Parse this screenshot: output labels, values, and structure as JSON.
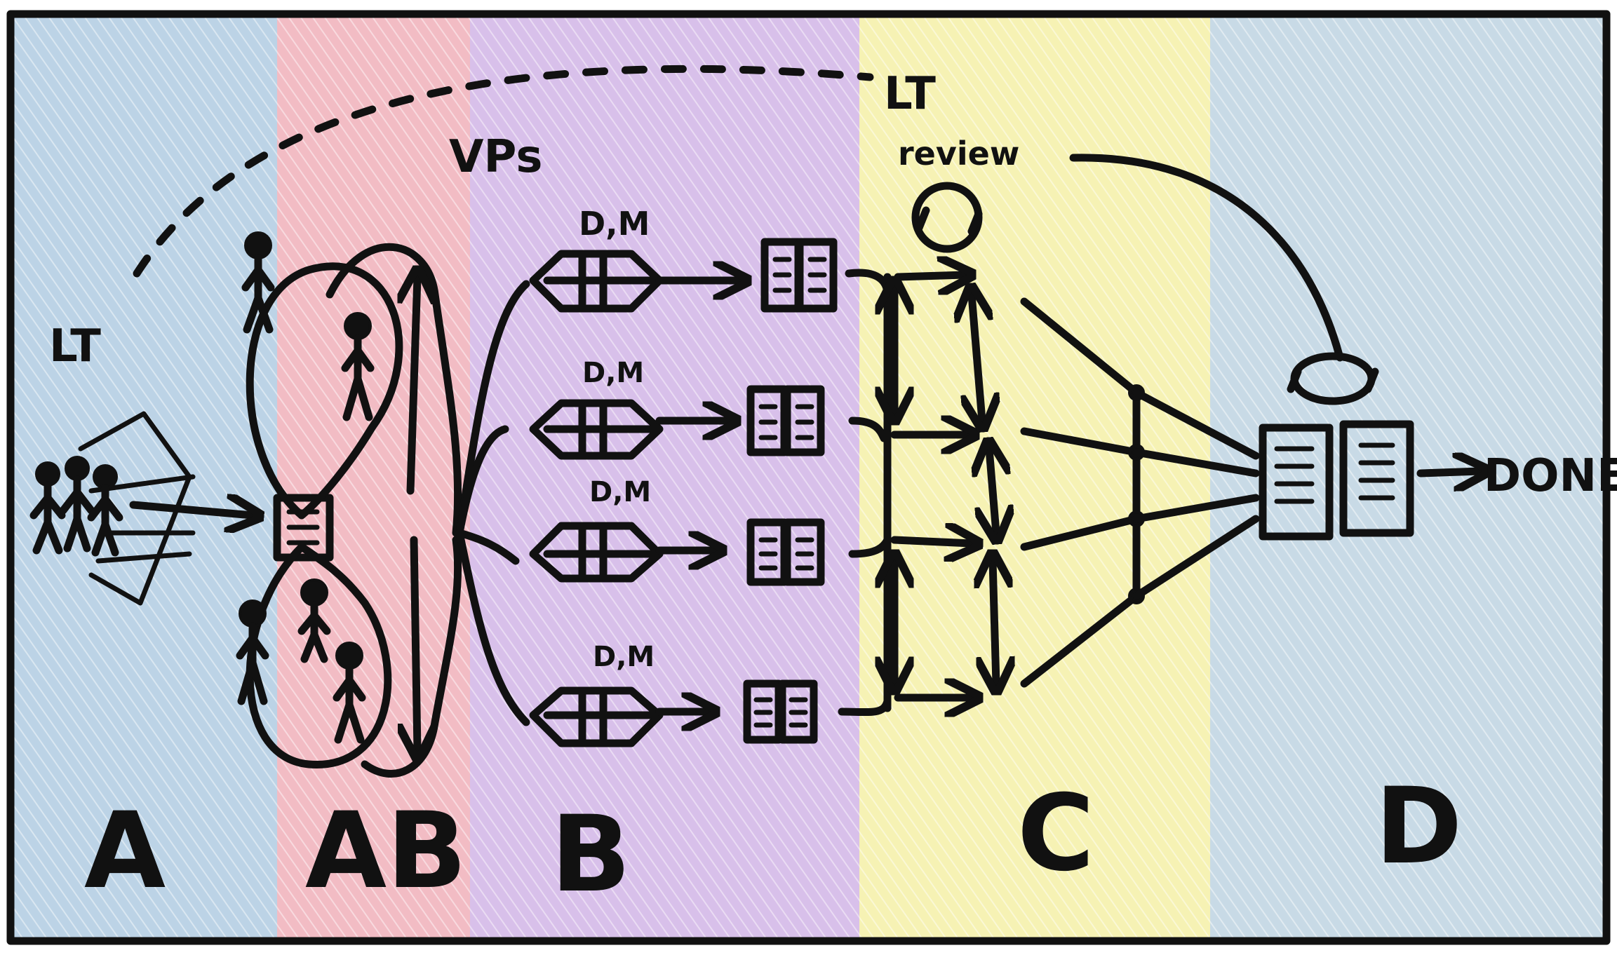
{
  "zones": [
    {
      "id": "A",
      "label": "A",
      "color": "#bcd3e6"
    },
    {
      "id": "AB",
      "label": "AB",
      "color": "#f2bcc4"
    },
    {
      "id": "B",
      "label": "B",
      "color": "#d8c0ea"
    },
    {
      "id": "C",
      "label": "C",
      "color": "#f6f2b4"
    },
    {
      "id": "D",
      "label": "D",
      "color": "#c8dae6"
    }
  ],
  "labels": {
    "lt_left": "LT",
    "lt_top": "LT",
    "review": "review",
    "vps": "VPs",
    "dm_1": "D,M",
    "dm_2": "D,M",
    "dm_3": "D,M",
    "dm_4": "D,M",
    "done": "DONE"
  }
}
